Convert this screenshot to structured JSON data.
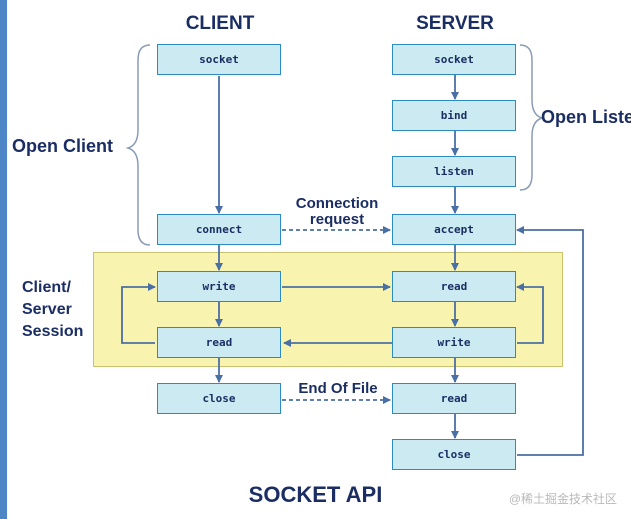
{
  "columns": {
    "client": "CLIENT",
    "server": "SERVER"
  },
  "groups": {
    "open_client": "Open Client",
    "open_listen": "Open Liste",
    "session_lines": [
      "Client/",
      "Server",
      "Session"
    ]
  },
  "messages": {
    "connection_request": [
      "Connection",
      "request"
    ],
    "end_of_file": "End Of File"
  },
  "client_steps": {
    "socket": "socket",
    "connect": "connect",
    "write": "write",
    "read": "read",
    "close": "close"
  },
  "server_steps": {
    "socket": "socket",
    "bind": "bind",
    "listen": "listen",
    "accept": "accept",
    "read": "read",
    "write": "write",
    "read_eof": "read",
    "close": "close"
  },
  "title": "SOCKET API",
  "watermark": "@稀土掘金技术社区",
  "colors": {
    "frame": "#4d86c6",
    "node_fill": "#cbeaf2",
    "node_border": "#2d8bc0",
    "arrow": "#4a6fa5",
    "session_fill": "#f8f4b0",
    "text": "#1b2e63"
  }
}
